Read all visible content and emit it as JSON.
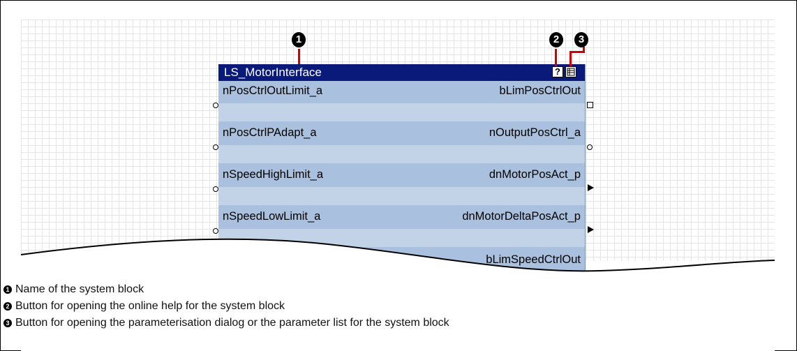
{
  "block": {
    "name": "LS_MotorInterface",
    "inputs": [
      "nPosCtrlOutLimit_a",
      "nPosCtrlPAdapt_a",
      "nSpeedHighLimit_a",
      "nSpeedLowLimit_a"
    ],
    "outputs": [
      "bLimPosCtrlOut",
      "nOutputPosCtrl_a",
      "dnMotorPosAct_p",
      "dnMotorDeltaPosAct_p",
      "bLimSpeedCtrlOut"
    ],
    "help_glyph": "?",
    "help_icon": "help-button-icon",
    "param_icon": "parameter-list-icon"
  },
  "callouts": [
    "1",
    "2",
    "3"
  ],
  "legend": [
    {
      "num": "1",
      "text": "Name of the system block"
    },
    {
      "num": "2",
      "text": "Button for opening the online help for the system block"
    },
    {
      "num": "3",
      "text": "Button for opening the parameterisation dialog or the parameter list for the system block"
    }
  ],
  "colors": {
    "title_bar": "#0a1a7a",
    "block_body": "#a9c0de",
    "block_band": "#c3d3e7",
    "marker": "#d00000"
  }
}
